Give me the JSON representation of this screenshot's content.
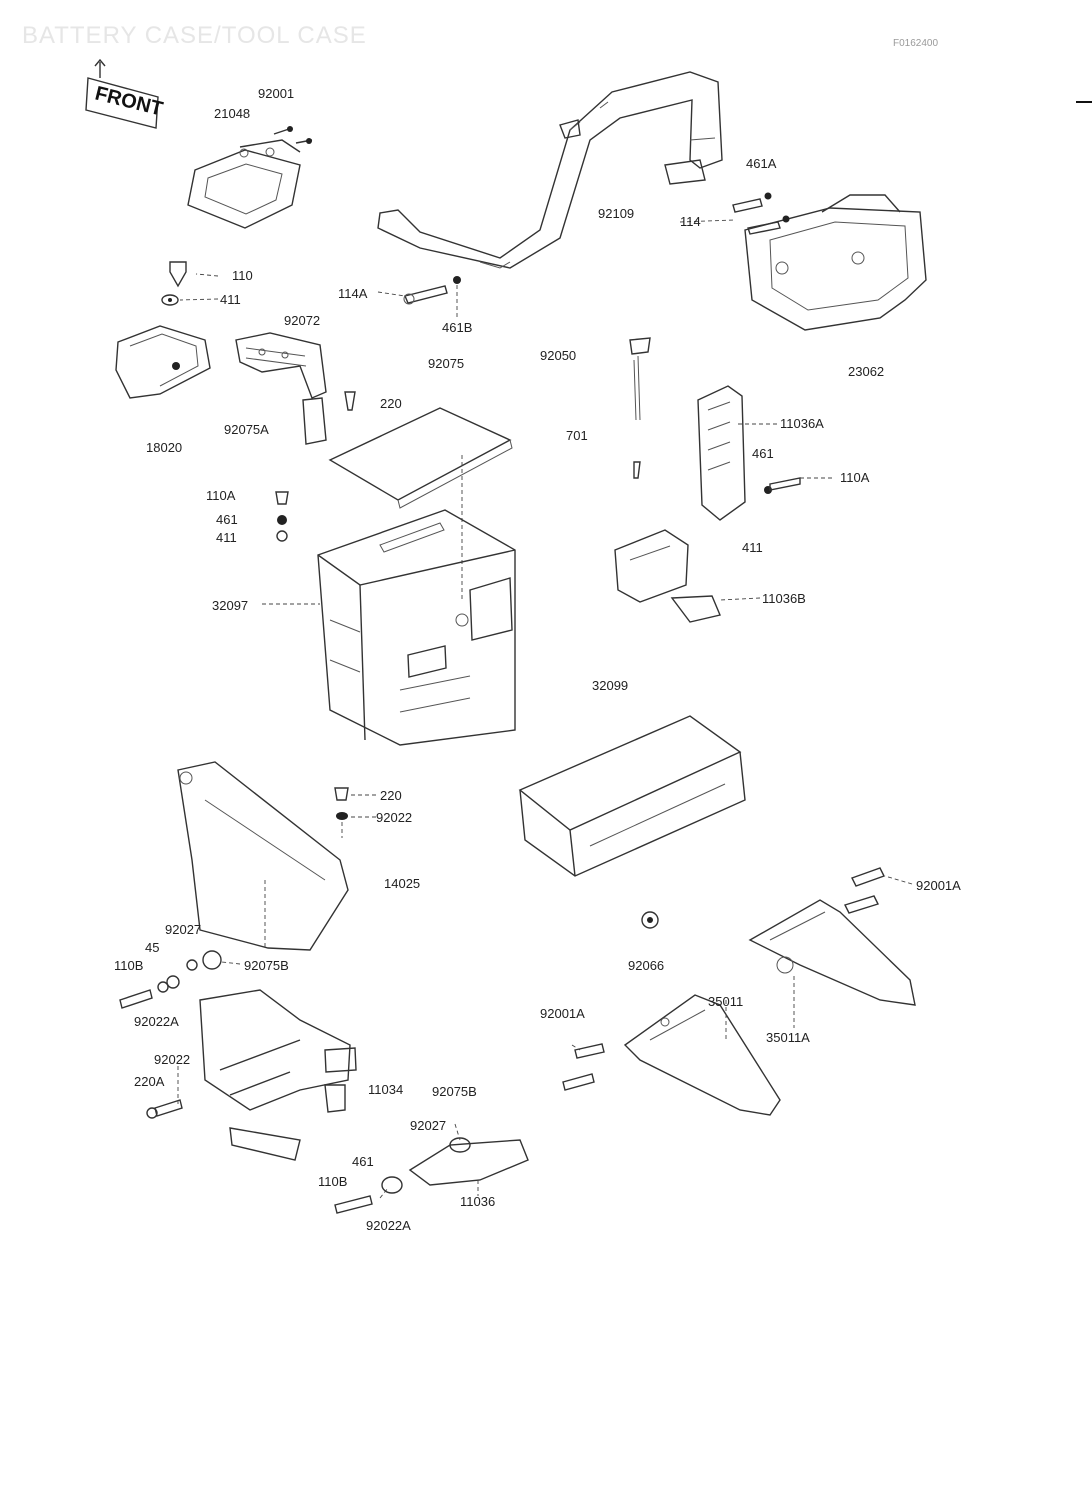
{
  "title": "BATTERY CASE/TOOL CASE",
  "figure_id": "F0162400",
  "front_mark": "FRONT",
  "callouts": {
    "c92001": "92001",
    "c21048": "21048",
    "c461A": "461A",
    "c114": "114",
    "c92109": "92109",
    "c110": "110",
    "c411a": "411",
    "c114A": "114A",
    "c461B": "461B",
    "c92072": "92072",
    "c92075": "92075",
    "c92050": "92050",
    "c23062": "23062",
    "c220a": "220",
    "c18020": "18020",
    "c92075A": "92075A",
    "c701": "701",
    "c11036A": "11036A",
    "c461a": "461",
    "c110A": "110A",
    "c110Al": "110A",
    "c461b": "461",
    "c411b": "411",
    "c411c": "411",
    "c32097": "32097",
    "c11036B": "11036B",
    "c32099": "32099",
    "c220b": "220",
    "c92022a": "92022",
    "c14025": "14025",
    "c92001A": "92001A",
    "c92027a": "92027",
    "c45": "45",
    "c110B": "110B",
    "c92075B": "92075B",
    "c92066": "92066",
    "c92022A": "92022A",
    "c35011": "35011",
    "c92001Ab": "92001A",
    "c35011A": "35011A",
    "c92022b": "92022",
    "c220A": "220A",
    "c11034": "11034",
    "c92075Bb": "92075B",
    "c92027b": "92027",
    "c461c": "461",
    "c110Bb": "110B",
    "c11036": "11036",
    "c92022Ab": "92022A"
  }
}
